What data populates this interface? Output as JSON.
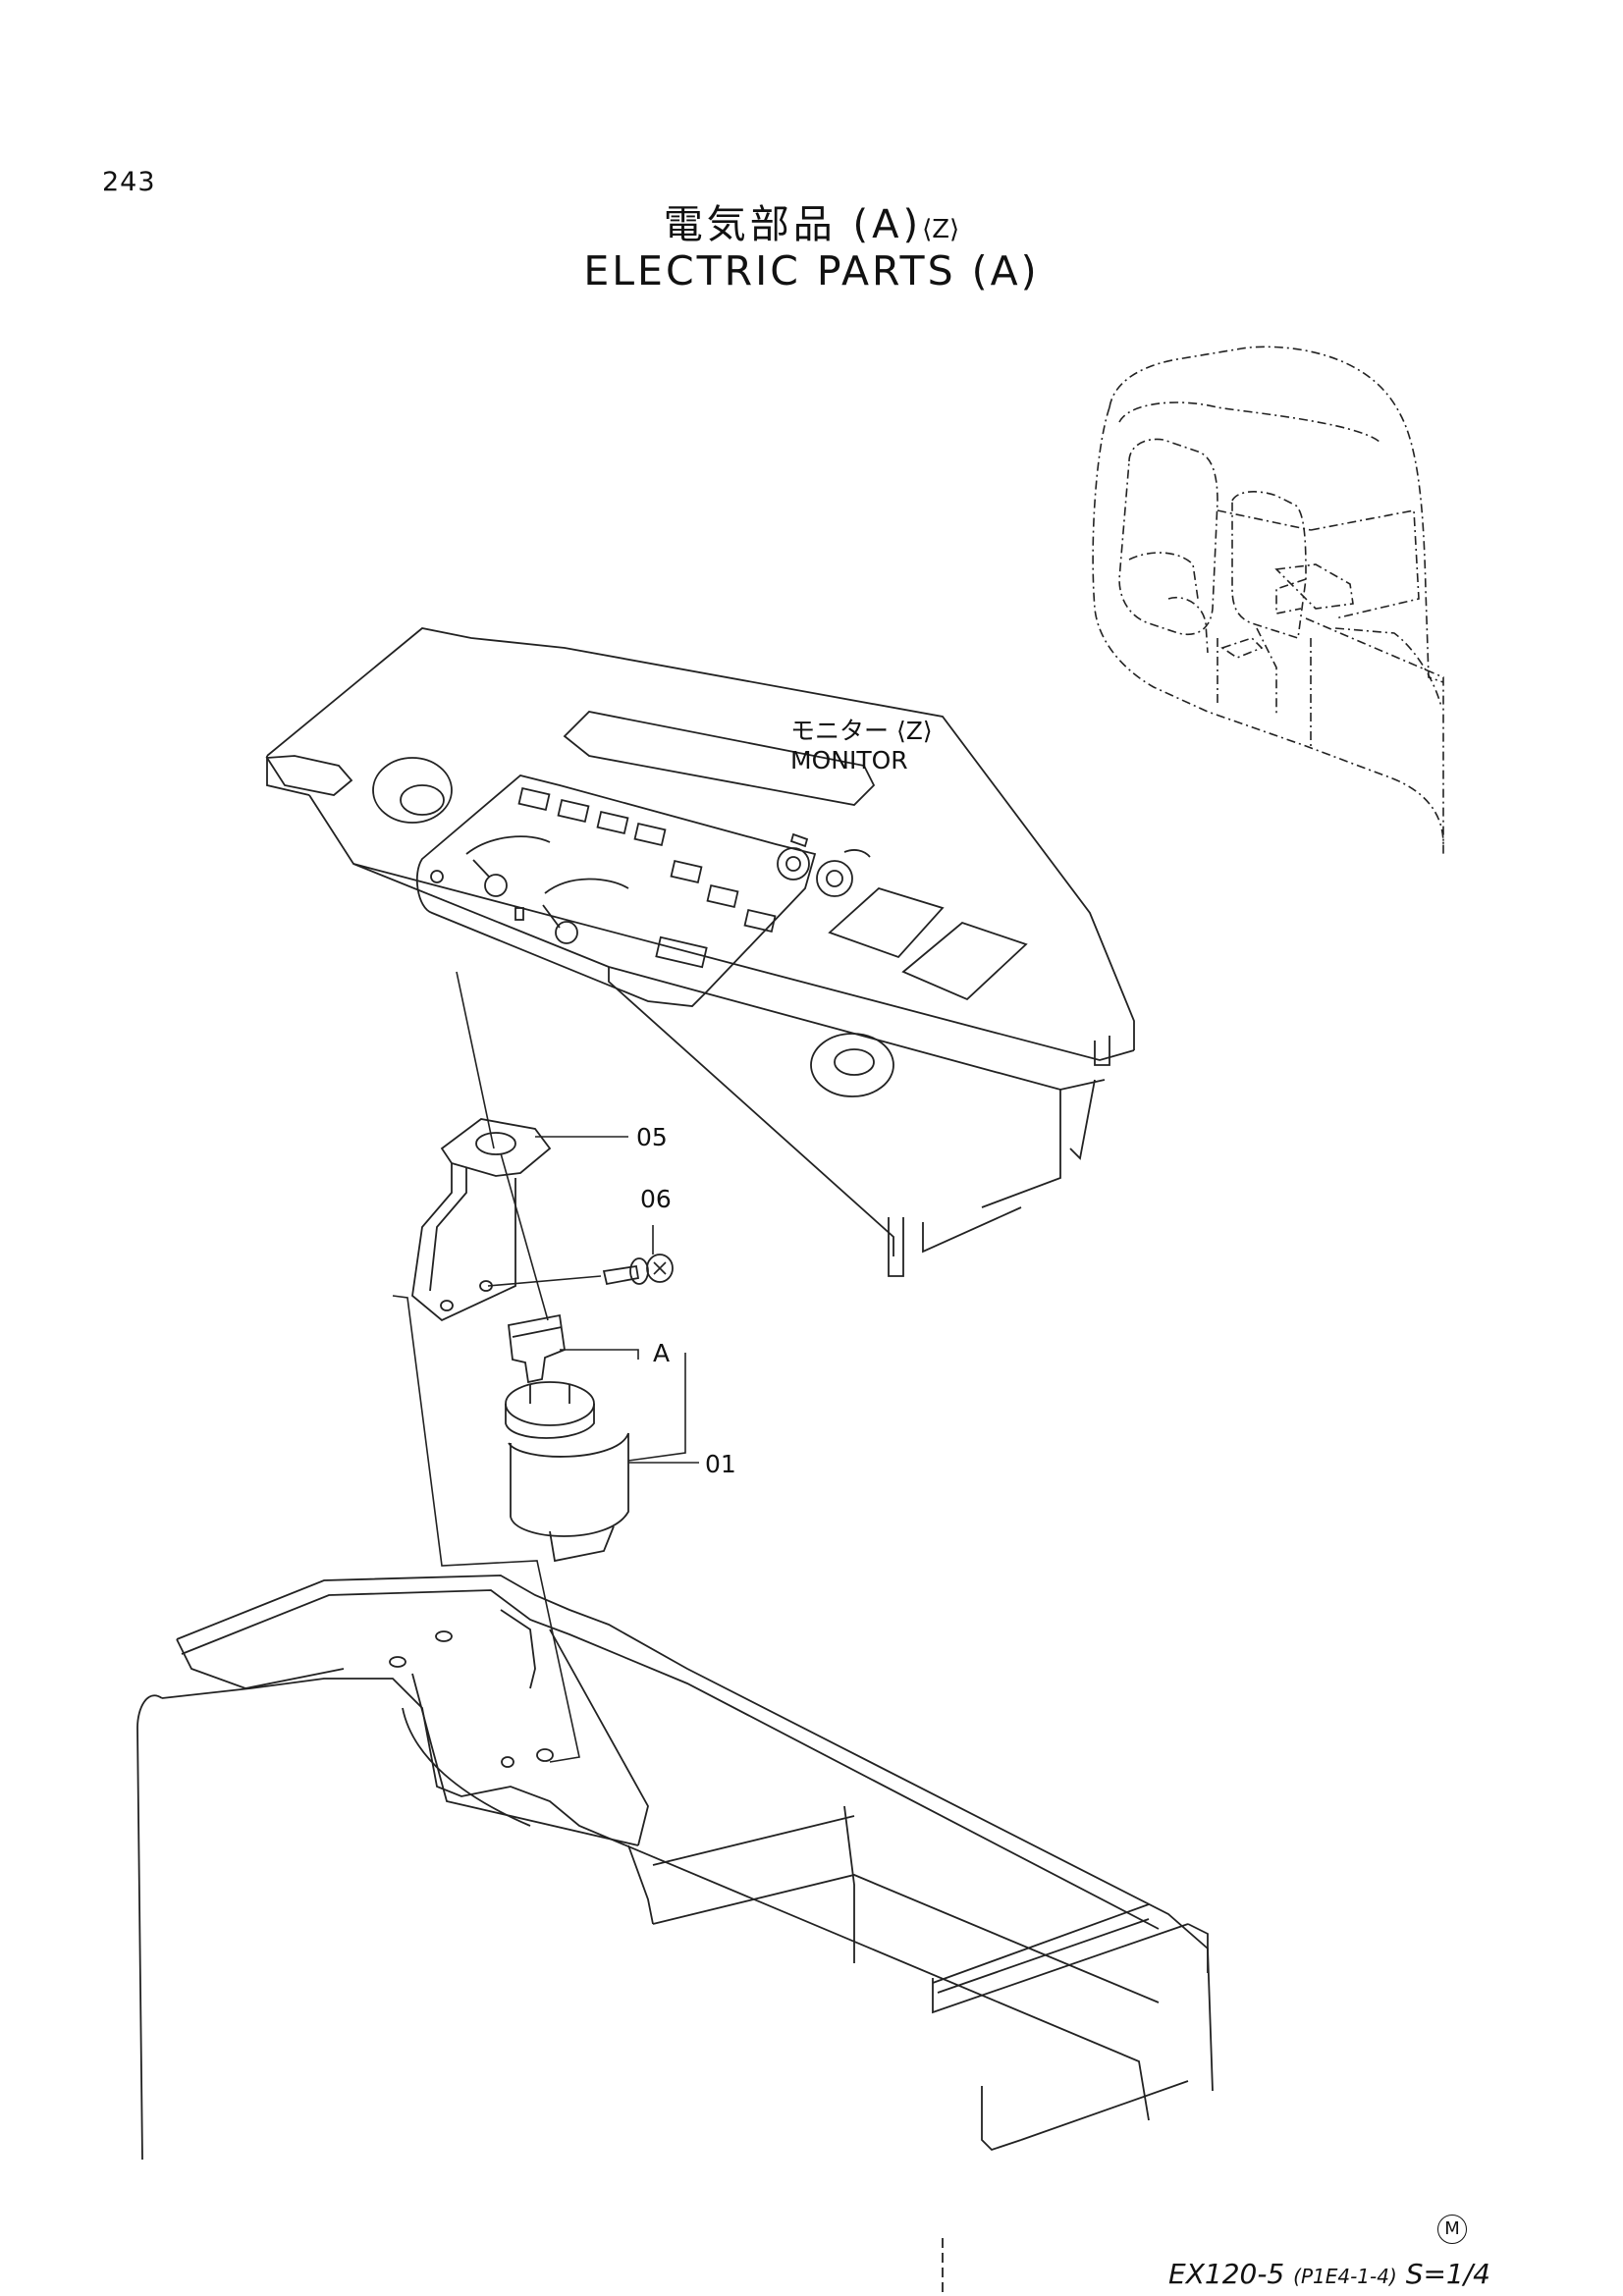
{
  "page": {
    "number": "243",
    "title_jp": "電気部品 (A)",
    "title_jp_suffix": "⟨Z⟩",
    "title_en": "ELECTRIC PARTS (A)"
  },
  "labels": {
    "monitor_jp": "モニター ⟨Z⟩",
    "monitor_en": "MONITOR",
    "part_05": "05",
    "part_06": "06",
    "part_a": "A",
    "part_01": "01"
  },
  "footer": {
    "model": "EX120-5",
    "code": "(P1E4-1-4)",
    "scale": "S=1/4",
    "mark": "M"
  }
}
